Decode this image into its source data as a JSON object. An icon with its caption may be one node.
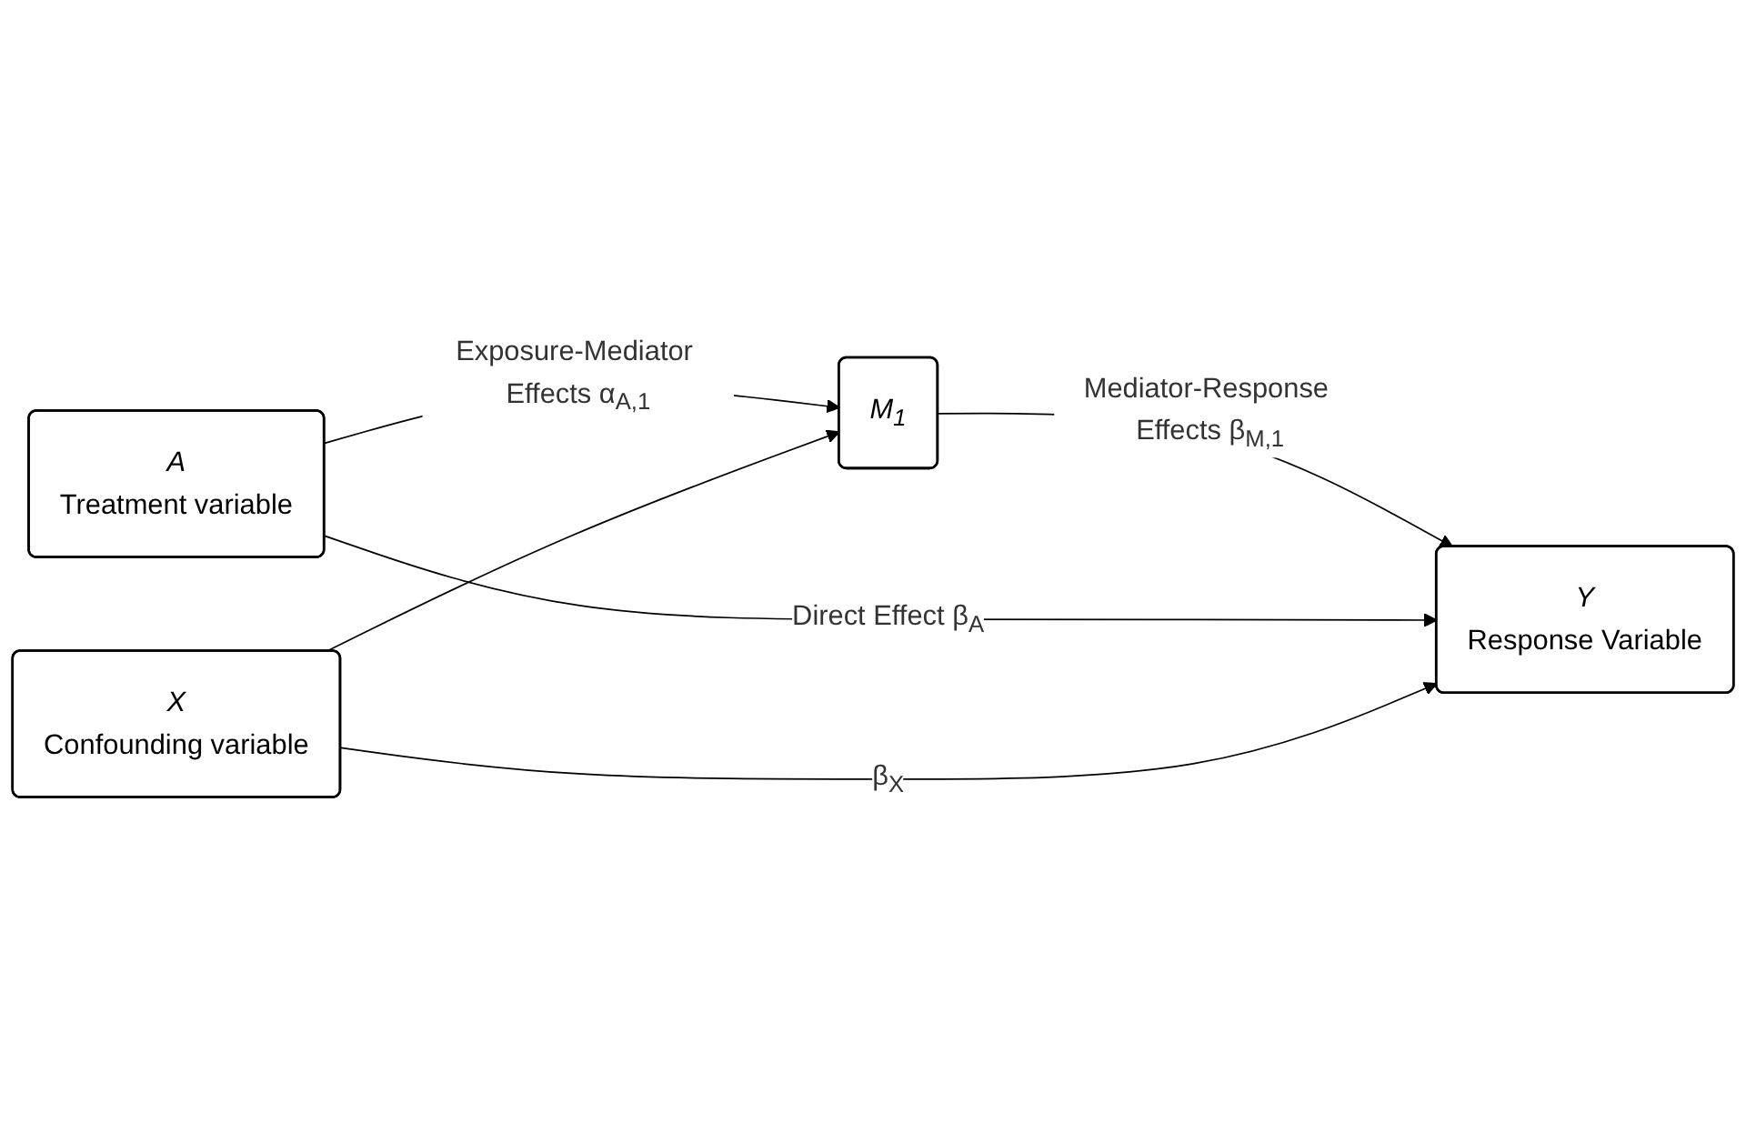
{
  "diagram": {
    "nodes": [
      {
        "text": [
          "M$_{1}$"
        ]
      },
      {
        "text": [
          "A",
          "Treatment variable"
        ]
      },
      {
        "text": [
          "Y",
          "Response Variable"
        ]
      },
      {
        "text": [
          "X",
          "Confounding variable"
        ]
      }
    ],
    "edges": [
      {
        "from": 1,
        "to": 0,
        "arrow": "to",
        "label": "Exposure-Mediator Effects α$_{A,1}$"
      },
      {
        "from": 0,
        "to": 2,
        "arrow": "to",
        "label": "Mediator-Response Effects β$_{M,1}$"
      },
      {
        "from": 1,
        "to": 2,
        "arrow": "to",
        "label": "Direct Effect β$_{A}$"
      },
      {
        "from": 3,
        "to": 0,
        "arrow": "to"
      },
      {
        "from": 3,
        "to": 2,
        "arrow": "to",
        "label": "β$_{X}$"
      }
    ]
  }
}
